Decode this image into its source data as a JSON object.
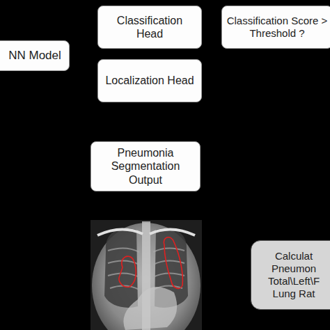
{
  "diagram": {
    "nodes": [
      {
        "text": [
          "NN Model"
        ]
      },
      {
        "text": [
          "Classification Head"
        ]
      },
      {
        "text": [
          "Classification Score > Threshold ?"
        ]
      },
      {
        "text": [
          "Localization Head"
        ]
      },
      {
        "text": [
          "Pneumonia Segmentation Output"
        ]
      },
      {
        "text": [
          "Calculat Pneumon Total\\Left\\F Lung Rat"
        ]
      }
    ]
  }
}
